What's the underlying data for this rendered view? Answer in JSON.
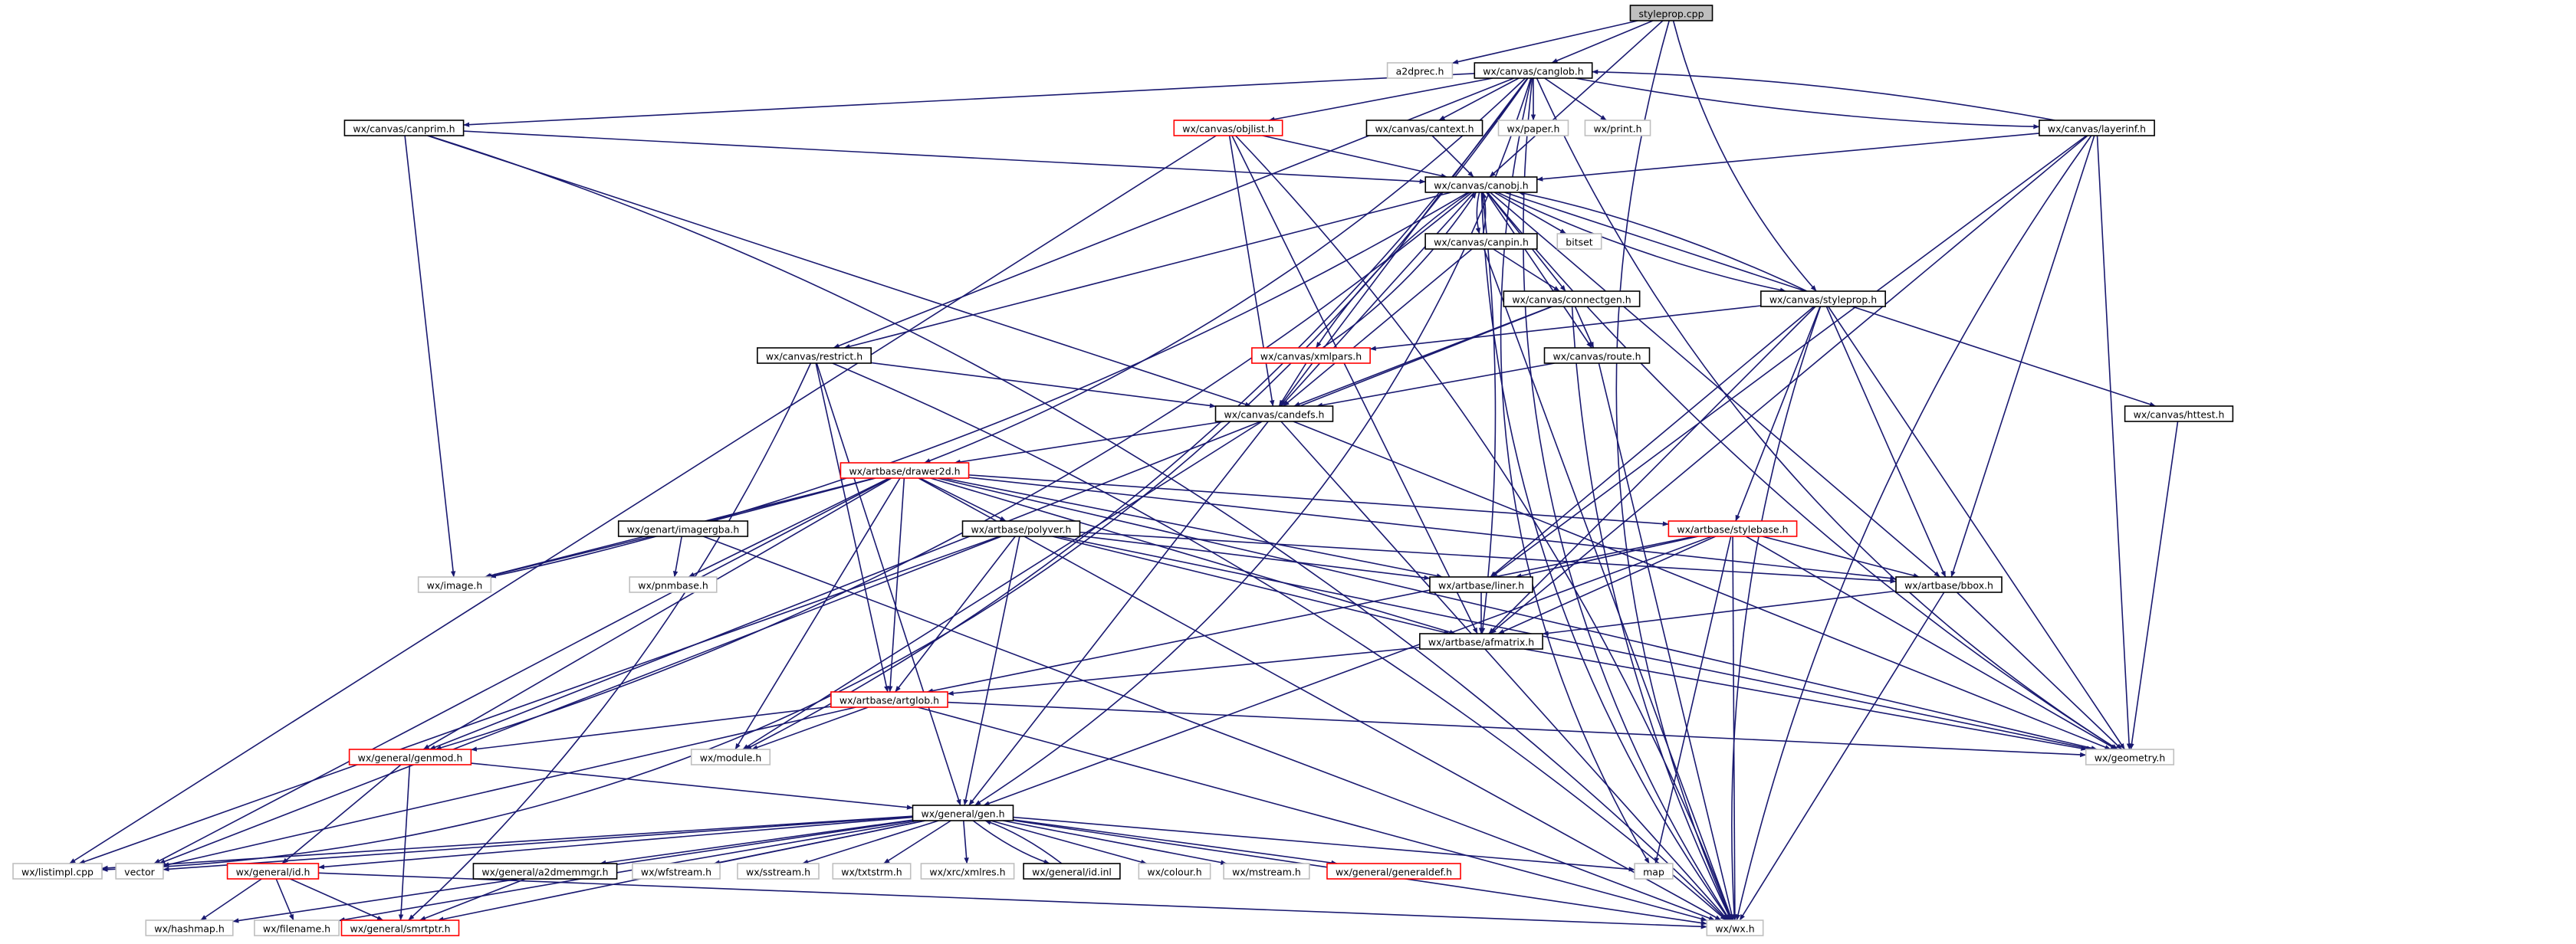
{
  "diagram": {
    "colors": {
      "edge": "#191970",
      "box_normal": "#000000",
      "box_truncated": "#ff0000",
      "box_missing": "#bfbfbf",
      "fill_root": "#bfbfbf",
      "fill": "#ffffff",
      "text": "#000000"
    },
    "nodes": [
      {
        "id": "styleprop_cpp",
        "label": "styleprop.cpp",
        "style": "root"
      },
      {
        "id": "a2dprec_h",
        "label": "a2dprec.h",
        "style": "missing"
      },
      {
        "id": "canglob_h",
        "label": "wx/canvas/canglob.h",
        "style": "normal"
      },
      {
        "id": "canprim_h",
        "label": "wx/canvas/canprim.h",
        "style": "normal"
      },
      {
        "id": "objlist_h",
        "label": "wx/canvas/objlist.h",
        "style": "truncated"
      },
      {
        "id": "cantext_h",
        "label": "wx/canvas/cantext.h",
        "style": "normal"
      },
      {
        "id": "paper_h",
        "label": "wx/paper.h",
        "style": "missing"
      },
      {
        "id": "print_h",
        "label": "wx/print.h",
        "style": "missing"
      },
      {
        "id": "layerinf_h",
        "label": "wx/canvas/layerinf.h",
        "style": "normal"
      },
      {
        "id": "canobj_h",
        "label": "wx/canvas/canobj.h",
        "style": "normal"
      },
      {
        "id": "canpin_h",
        "label": "wx/canvas/canpin.h",
        "style": "normal"
      },
      {
        "id": "bitset",
        "label": "bitset",
        "style": "missing"
      },
      {
        "id": "connectgen_h",
        "label": "wx/canvas/connectgen.h",
        "style": "normal"
      },
      {
        "id": "styleprop_h",
        "label": "wx/canvas/styleprop.h",
        "style": "normal"
      },
      {
        "id": "restrict_h",
        "label": "wx/canvas/restrict.h",
        "style": "normal"
      },
      {
        "id": "xmlpars_h",
        "label": "wx/canvas/xmlpars.h",
        "style": "truncated"
      },
      {
        "id": "route_h",
        "label": "wx/canvas/route.h",
        "style": "normal"
      },
      {
        "id": "candefs_h",
        "label": "wx/canvas/candefs.h",
        "style": "normal"
      },
      {
        "id": "httest_h",
        "label": "wx/canvas/httest.h",
        "style": "normal"
      },
      {
        "id": "drawer2d_h",
        "label": "wx/artbase/drawer2d.h",
        "style": "truncated"
      },
      {
        "id": "imagergba_h",
        "label": "wx/genart/imagergba.h",
        "style": "normal"
      },
      {
        "id": "polyver_h",
        "label": "wx/artbase/polyver.h",
        "style": "normal"
      },
      {
        "id": "stylebase_h",
        "label": "wx/artbase/stylebase.h",
        "style": "truncated"
      },
      {
        "id": "image_h",
        "label": "wx/image.h",
        "style": "missing"
      },
      {
        "id": "pnmbase_h",
        "label": "wx/pnmbase.h",
        "style": "missing"
      },
      {
        "id": "liner_h",
        "label": "wx/artbase/liner.h",
        "style": "normal"
      },
      {
        "id": "bbox_h",
        "label": "wx/artbase/bbox.h",
        "style": "normal"
      },
      {
        "id": "afmatrix_h",
        "label": "wx/artbase/afmatrix.h",
        "style": "normal"
      },
      {
        "id": "artglob_h",
        "label": "wx/artbase/artglob.h",
        "style": "truncated"
      },
      {
        "id": "genmod_h",
        "label": "wx/general/genmod.h",
        "style": "truncated"
      },
      {
        "id": "module_h",
        "label": "wx/module.h",
        "style": "missing"
      },
      {
        "id": "geometry_h",
        "label": "wx/geometry.h",
        "style": "missing"
      },
      {
        "id": "gen_h",
        "label": "wx/general/gen.h",
        "style": "normal"
      },
      {
        "id": "listimpl_cpp",
        "label": "wx/listimpl.cpp",
        "style": "missing"
      },
      {
        "id": "vector",
        "label": "vector",
        "style": "missing"
      },
      {
        "id": "id_h",
        "label": "wx/general/id.h",
        "style": "truncated"
      },
      {
        "id": "a2dmemmgr_h",
        "label": "wx/general/a2dmemmgr.h",
        "style": "normal"
      },
      {
        "id": "wfstream_h",
        "label": "wx/wfstream.h",
        "style": "missing"
      },
      {
        "id": "sstream_h",
        "label": "wx/sstream.h",
        "style": "missing"
      },
      {
        "id": "txtstrm_h",
        "label": "wx/txtstrm.h",
        "style": "missing"
      },
      {
        "id": "xmlres_h",
        "label": "wx/xrc/xmlres.h",
        "style": "missing"
      },
      {
        "id": "id_inl",
        "label": "wx/general/id.inl",
        "style": "normal"
      },
      {
        "id": "colour_h",
        "label": "wx/colour.h",
        "style": "missing"
      },
      {
        "id": "mstream_h",
        "label": "wx/mstream.h",
        "style": "missing"
      },
      {
        "id": "generaldef_h",
        "label": "wx/general/generaldef.h",
        "style": "truncated"
      },
      {
        "id": "map",
        "label": "map",
        "style": "missing"
      },
      {
        "id": "hashmap_h",
        "label": "wx/hashmap.h",
        "style": "missing"
      },
      {
        "id": "filename_h",
        "label": "wx/filename.h",
        "style": "missing"
      },
      {
        "id": "smrtptr_h",
        "label": "wx/general/smrtptr.h",
        "style": "truncated"
      },
      {
        "id": "wx_h",
        "label": "wx/wx.h",
        "style": "missing"
      }
    ],
    "edges": [
      [
        "styleprop_cpp",
        "a2dprec_h"
      ],
      [
        "styleprop_cpp",
        "canglob_h"
      ],
      [
        "styleprop_cpp",
        "canobj_h"
      ],
      [
        "styleprop_cpp",
        "styleprop_h"
      ],
      [
        "styleprop_cpp",
        "wx_h"
      ],
      [
        "canglob_h",
        "canprim_h"
      ],
      [
        "canglob_h",
        "objlist_h"
      ],
      [
        "canglob_h",
        "cantext_h"
      ],
      [
        "canglob_h",
        "paper_h"
      ],
      [
        "canglob_h",
        "print_h"
      ],
      [
        "canglob_h",
        "layerinf_h"
      ],
      [
        "canglob_h",
        "restrict_h"
      ],
      [
        "canglob_h",
        "candefs_h"
      ],
      [
        "canglob_h",
        "drawer2d_h"
      ],
      [
        "canglob_h",
        "module_h"
      ],
      [
        "canglob_h",
        "gen_h"
      ],
      [
        "canglob_h",
        "geometry_h"
      ],
      [
        "canglob_h",
        "map"
      ],
      [
        "canglob_h",
        "wx_h"
      ],
      [
        "canglob_h",
        "listimpl_cpp"
      ],
      [
        "canprim_h",
        "canobj_h"
      ],
      [
        "canprim_h",
        "candefs_h"
      ],
      [
        "canprim_h",
        "image_h"
      ],
      [
        "canprim_h",
        "wx_h"
      ],
      [
        "objlist_h",
        "canobj_h"
      ],
      [
        "objlist_h",
        "candefs_h"
      ],
      [
        "objlist_h",
        "afmatrix_h"
      ],
      [
        "objlist_h",
        "listimpl_cpp"
      ],
      [
        "objlist_h",
        "wx_h"
      ],
      [
        "cantext_h",
        "canobj_h"
      ],
      [
        "layerinf_h",
        "canobj_h"
      ],
      [
        "layerinf_h",
        "canglob_h"
      ],
      [
        "layerinf_h",
        "liner_h"
      ],
      [
        "layerinf_h",
        "afmatrix_h"
      ],
      [
        "layerinf_h",
        "bbox_h"
      ],
      [
        "layerinf_h",
        "geometry_h"
      ],
      [
        "layerinf_h",
        "wx_h"
      ],
      [
        "canobj_h",
        "canpin_h"
      ],
      [
        "canobj_h",
        "bitset"
      ],
      [
        "canobj_h",
        "connectgen_h"
      ],
      [
        "canobj_h",
        "styleprop_h"
      ],
      [
        "canobj_h",
        "restrict_h"
      ],
      [
        "canobj_h",
        "xmlpars_h"
      ],
      [
        "canobj_h",
        "route_h"
      ],
      [
        "canobj_h",
        "candefs_h"
      ],
      [
        "canobj_h",
        "httest_h"
      ],
      [
        "canobj_h",
        "image_h"
      ],
      [
        "canobj_h",
        "genmod_h"
      ],
      [
        "canobj_h",
        "afmatrix_h"
      ],
      [
        "canobj_h",
        "bbox_h"
      ],
      [
        "canobj_h",
        "geometry_h"
      ],
      [
        "canobj_h",
        "wx_h"
      ],
      [
        "canpin_h",
        "canobj_h"
      ],
      [
        "canpin_h",
        "connectgen_h"
      ],
      [
        "canpin_h",
        "candefs_h"
      ],
      [
        "canpin_h",
        "wx_h"
      ],
      [
        "connectgen_h",
        "route_h"
      ],
      [
        "connectgen_h",
        "candefs_h"
      ],
      [
        "connectgen_h",
        "genmod_h"
      ],
      [
        "connectgen_h",
        "wx_h"
      ],
      [
        "styleprop_h",
        "canobj_h"
      ],
      [
        "styleprop_h",
        "xmlpars_h"
      ],
      [
        "styleprop_h",
        "stylebase_h"
      ],
      [
        "styleprop_h",
        "liner_h"
      ],
      [
        "styleprop_h",
        "afmatrix_h"
      ],
      [
        "styleprop_h",
        "bbox_h"
      ],
      [
        "styleprop_h",
        "geometry_h"
      ],
      [
        "styleprop_h",
        "wx_h"
      ],
      [
        "restrict_h",
        "candefs_h"
      ],
      [
        "restrict_h",
        "artglob_h"
      ],
      [
        "restrict_h",
        "gen_h"
      ],
      [
        "restrict_h",
        "smrtptr_h"
      ],
      [
        "restrict_h",
        "wx_h"
      ],
      [
        "xmlpars_h",
        "canobj_h"
      ],
      [
        "xmlpars_h",
        "candefs_h"
      ],
      [
        "route_h",
        "candefs_h"
      ],
      [
        "route_h",
        "wx_h"
      ],
      [
        "candefs_h",
        "drawer2d_h"
      ],
      [
        "candefs_h",
        "gen_h"
      ],
      [
        "candefs_h",
        "module_h"
      ],
      [
        "candefs_h",
        "geometry_h"
      ],
      [
        "candefs_h",
        "wx_h"
      ],
      [
        "httest_h",
        "geometry_h"
      ],
      [
        "drawer2d_h",
        "imagergba_h"
      ],
      [
        "drawer2d_h",
        "polyver_h"
      ],
      [
        "drawer2d_h",
        "stylebase_h"
      ],
      [
        "drawer2d_h",
        "image_h"
      ],
      [
        "drawer2d_h",
        "pnmbase_h"
      ],
      [
        "drawer2d_h",
        "liner_h"
      ],
      [
        "drawer2d_h",
        "bbox_h"
      ],
      [
        "drawer2d_h",
        "afmatrix_h"
      ],
      [
        "drawer2d_h",
        "artglob_h"
      ],
      [
        "drawer2d_h",
        "genmod_h"
      ],
      [
        "drawer2d_h",
        "module_h"
      ],
      [
        "drawer2d_h",
        "vector"
      ],
      [
        "drawer2d_h",
        "geometry_h"
      ],
      [
        "drawer2d_h",
        "wx_h"
      ],
      [
        "imagergba_h",
        "image_h"
      ],
      [
        "imagergba_h",
        "pnmbase_h"
      ],
      [
        "imagergba_h",
        "wx_h"
      ],
      [
        "polyver_h",
        "liner_h"
      ],
      [
        "polyver_h",
        "bbox_h"
      ],
      [
        "polyver_h",
        "afmatrix_h"
      ],
      [
        "polyver_h",
        "artglob_h"
      ],
      [
        "polyver_h",
        "gen_h"
      ],
      [
        "polyver_h",
        "vector"
      ],
      [
        "polyver_h",
        "geometry_h"
      ],
      [
        "polyver_h",
        "listimpl_cpp"
      ],
      [
        "stylebase_h",
        "liner_h"
      ],
      [
        "stylebase_h",
        "bbox_h"
      ],
      [
        "stylebase_h",
        "afmatrix_h"
      ],
      [
        "stylebase_h",
        "artglob_h"
      ],
      [
        "stylebase_h",
        "gen_h"
      ],
      [
        "stylebase_h",
        "map"
      ],
      [
        "stylebase_h",
        "geometry_h"
      ],
      [
        "stylebase_h",
        "wx_h"
      ],
      [
        "liner_h",
        "afmatrix_h"
      ],
      [
        "bbox_h",
        "afmatrix_h"
      ],
      [
        "bbox_h",
        "geometry_h"
      ],
      [
        "bbox_h",
        "wx_h"
      ],
      [
        "afmatrix_h",
        "artglob_h"
      ],
      [
        "afmatrix_h",
        "geometry_h"
      ],
      [
        "artglob_h",
        "genmod_h"
      ],
      [
        "artglob_h",
        "module_h"
      ],
      [
        "artglob_h",
        "vector"
      ],
      [
        "artglob_h",
        "geometry_h"
      ],
      [
        "artglob_h",
        "wx_h"
      ],
      [
        "genmod_h",
        "gen_h"
      ],
      [
        "genmod_h",
        "id_h"
      ],
      [
        "genmod_h",
        "smrtptr_h"
      ],
      [
        "gen_h",
        "listimpl_cpp"
      ],
      [
        "gen_h",
        "vector"
      ],
      [
        "gen_h",
        "id_h"
      ],
      [
        "gen_h",
        "a2dmemmgr_h"
      ],
      [
        "gen_h",
        "wfstream_h"
      ],
      [
        "gen_h",
        "sstream_h"
      ],
      [
        "gen_h",
        "txtstrm_h"
      ],
      [
        "gen_h",
        "xmlres_h"
      ],
      [
        "gen_h",
        "id_inl"
      ],
      [
        "gen_h",
        "colour_h"
      ],
      [
        "gen_h",
        "mstream_h"
      ],
      [
        "gen_h",
        "generaldef_h"
      ],
      [
        "gen_h",
        "map"
      ],
      [
        "gen_h",
        "hashmap_h"
      ],
      [
        "gen_h",
        "filename_h"
      ],
      [
        "gen_h",
        "smrtptr_h"
      ],
      [
        "gen_h",
        "wx_h"
      ],
      [
        "id_inl",
        "gen_h"
      ],
      [
        "id_h",
        "hashmap_h"
      ],
      [
        "id_h",
        "filename_h"
      ],
      [
        "id_h",
        "smrtptr_h"
      ],
      [
        "id_h",
        "wx_h"
      ],
      [
        "a2dmemmgr_h",
        "smrtptr_h"
      ]
    ]
  }
}
